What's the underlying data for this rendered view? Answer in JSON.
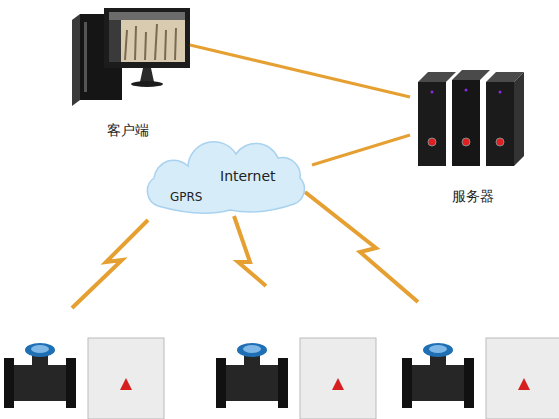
{
  "diagram": {
    "nodes": [
      {
        "text": [
          "客户端"
        ]
      },
      {
        "text": [
          "服务器"
        ]
      },
      {
        "text": [
          "Internet",
          "GPRS"
        ]
      }
    ],
    "edges": [
      {
        "from": 0,
        "to": 1,
        "arrow": "none"
      },
      {
        "from": 2,
        "to": 1,
        "arrow": "none"
      }
    ]
  }
}
